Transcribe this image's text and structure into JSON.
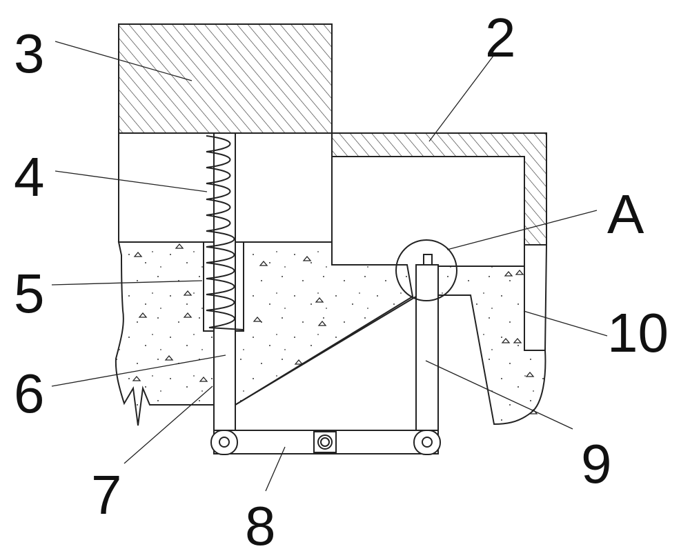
{
  "diagram": {
    "labels": {
      "l2": "2",
      "l3": "3",
      "l4": "4",
      "l5": "5",
      "l6": "6",
      "l7": "7",
      "l8": "8",
      "l9": "9",
      "l10": "10",
      "lA": "A"
    },
    "colors": {
      "stroke": "#222222",
      "hatch": "#333333",
      "background": "#ffffff"
    }
  }
}
